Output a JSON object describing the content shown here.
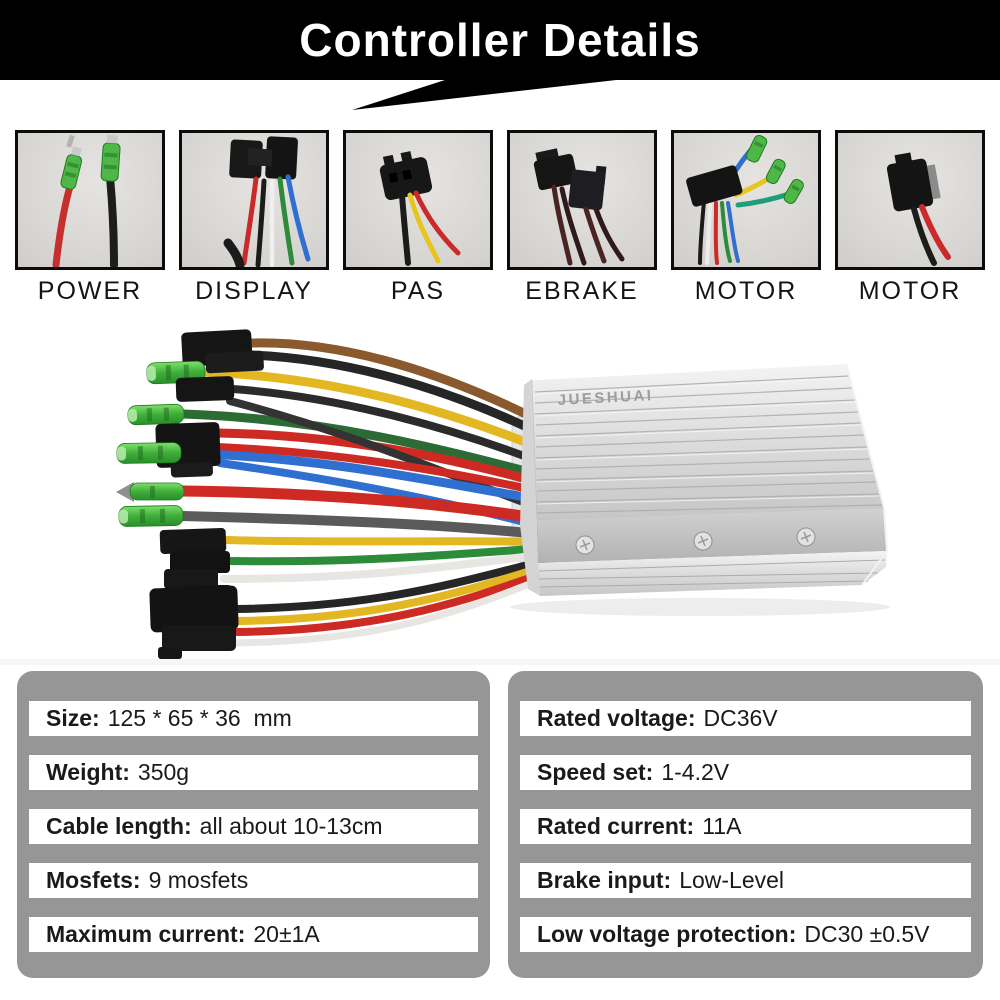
{
  "banner": {
    "title": "Controller Details"
  },
  "connector_gallery": [
    {
      "label": "POWER"
    },
    {
      "label": "DISPLAY"
    },
    {
      "label": "PAS"
    },
    {
      "label": "EBRAKE"
    },
    {
      "label": "MOTOR"
    },
    {
      "label": "MOTOR"
    }
  ],
  "product": {
    "brand": "JUESHUAI"
  },
  "specs": {
    "left": [
      {
        "label": "Size:",
        "value": "125 * 65 * 36  mm"
      },
      {
        "label": "Weight:",
        "value": "350g"
      },
      {
        "label": "Cable length:",
        "value": "all about 10-13cm"
      },
      {
        "label": "Mosfets:",
        "value": "9 mosfets"
      },
      {
        "label": "Maximum current:",
        "value": "20±1A"
      }
    ],
    "right": [
      {
        "label": "Rated voltage:",
        "value": "DC36V"
      },
      {
        "label": "Speed set:",
        "value": "1-4.2V"
      },
      {
        "label": "Rated current:",
        "value": "11A"
      },
      {
        "label": "Brake input:",
        "value": "Low-Level"
      },
      {
        "label": "Low voltage protection:",
        "value": "DC30 ±0.5V"
      }
    ]
  },
  "colors": {
    "banner_bg": "#000000",
    "banner_text": "#ffffff",
    "spec_panel_bg": "#969696",
    "spec_row_bg": "#ffffff",
    "spec_text": "#1a1a1a",
    "thumb_bg": "#d9d7d4",
    "thumb_border": "#0c0c0c",
    "wire_red": "#ce2a24",
    "wire_blue": "#2f6fd0",
    "wire_yellow": "#e2b722",
    "wire_green": "#2d6b35",
    "wire_brown": "#8a5a2e",
    "wire_gray": "#5a5a5a",
    "terminal_green": "#3fae3a",
    "case_silver": "#d9d9d9"
  }
}
